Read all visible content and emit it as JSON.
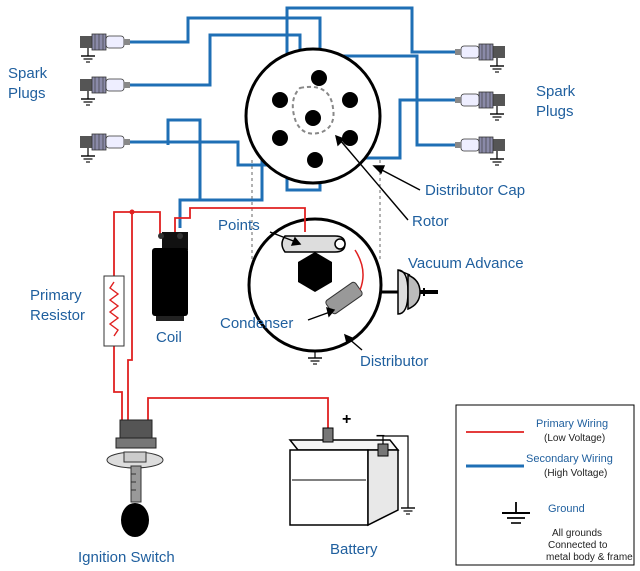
{
  "labels": {
    "spark_plugs_left_1": "Spark",
    "spark_plugs_left_2": "Plugs",
    "spark_plugs_right_1": "Spark",
    "spark_plugs_right_2": "Plugs",
    "distributor_cap": "Distributor Cap",
    "rotor": "Rotor",
    "points": "Points",
    "vacuum_advance": "Vacuum Advance",
    "condenser": "Condenser",
    "distributor": "Distributor",
    "primary_resistor_1": "Primary",
    "primary_resistor_2": "Resistor",
    "coil": "Coil",
    "ignition_switch": "Ignition Switch",
    "battery": "Battery",
    "plus": "+",
    "minus": "–"
  },
  "legend": {
    "primary_title": "Primary Wiring",
    "primary_sub": "(Low Voltage)",
    "secondary_title": "Secondary Wiring",
    "secondary_sub": "(High Voltage)",
    "ground_title": "Ground",
    "ground_note_1": "All grounds",
    "ground_note_2": "Connected to",
    "ground_note_3": "metal body & frame"
  },
  "colors": {
    "primary_wire": "#e02020",
    "secondary_wire": "#1f6fb5",
    "label_text": "#1f5f9e"
  }
}
